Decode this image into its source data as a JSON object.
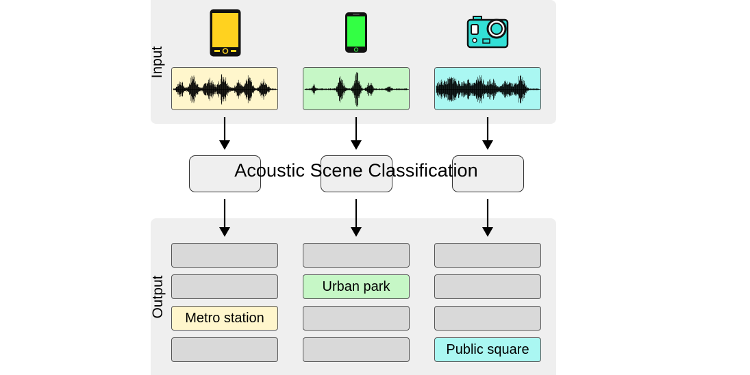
{
  "labels": {
    "input": "Input",
    "output": "Output"
  },
  "classifier": {
    "label": "Acoustic Scene Classification"
  },
  "devices": [
    {
      "icon": "tablet-icon",
      "color": "#ffd21f",
      "wave_color": "#fff6cc"
    },
    {
      "icon": "smartphone-icon",
      "color": "#33ff44",
      "wave_color": "#c6f7c6"
    },
    {
      "icon": "action-camera-icon",
      "color": "#33e0d6",
      "wave_color": "#aaf7f2"
    }
  ],
  "outputs": [
    {
      "cells": [
        "",
        "",
        "Metro station",
        ""
      ],
      "selected": 2
    },
    {
      "cells": [
        "",
        "Urban park",
        "",
        ""
      ],
      "selected": 1
    },
    {
      "cells": [
        "",
        "",
        "",
        "Public square"
      ],
      "selected": 3
    }
  ]
}
